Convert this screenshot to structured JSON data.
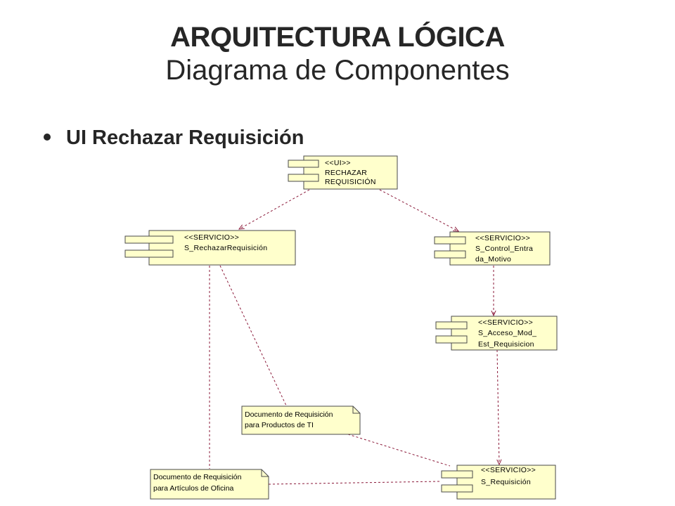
{
  "slide": {
    "title": "ARQUITECTURA LÓGICA",
    "subtitle": "Diagrama de Componentes",
    "bullet": "UI Rechazar Requisición"
  },
  "components": {
    "ui_rechazar": {
      "stereotype": "<<UI>>",
      "line1": "RECHAZAR",
      "line2": "REQUISICIÓN"
    },
    "s_rechazar": {
      "stereotype": "<<SERVICIO>>",
      "line1": "S_RechazarRequisición"
    },
    "s_control": {
      "stereotype": "<<SERVICIO>>",
      "line1": "S_Control_Entra",
      "line2": "da_Motivo"
    },
    "s_acceso": {
      "stereotype": "<<SERVICIO>>",
      "line1": "S_Acceso_Mod_",
      "line2": "Est_Requisicion"
    },
    "s_requisicion": {
      "stereotype": "<<SERVICIO>>",
      "line1": "S_Requisición"
    }
  },
  "notes": {
    "ti": {
      "line1": "Documento de Requisición",
      "line2": "para Productos de TI"
    },
    "oficina": {
      "line1": "Documento de Requisición",
      "line2": "para Artículos de Oficina"
    }
  },
  "colors": {
    "component_fill": "#ffffcc",
    "dependency_line": "#8b1a3a",
    "text": "#262626"
  }
}
